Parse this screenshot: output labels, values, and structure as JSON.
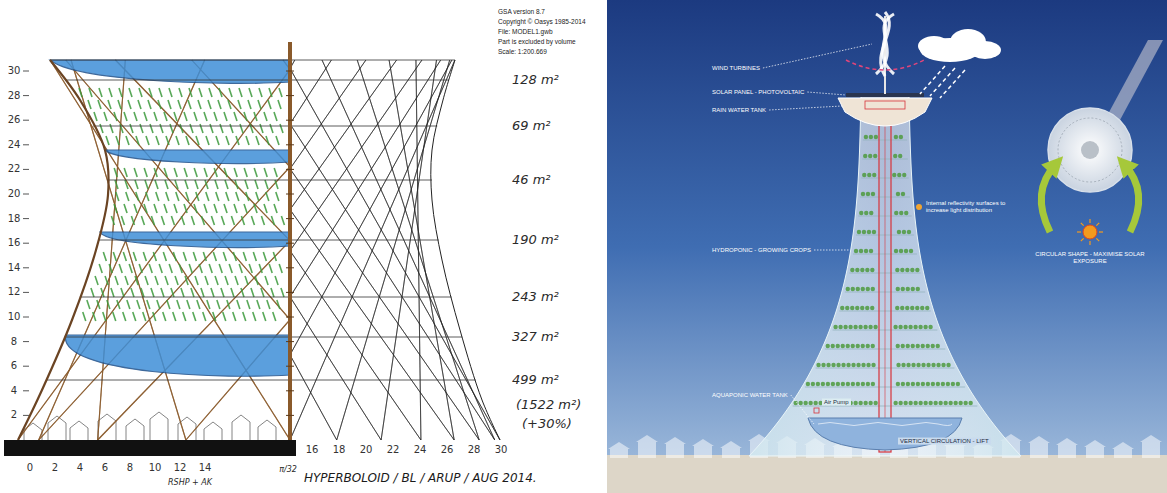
{
  "diagram": {
    "labels": [
      "30",
      "28",
      "26",
      "24",
      "22",
      "20",
      "18",
      "16",
      "14",
      "12",
      "10",
      "8",
      "6",
      "4",
      "2",
      "0",
      "2",
      "4",
      "6",
      "8",
      "10",
      "12",
      "14",
      "16",
      "18",
      "20",
      "22",
      "24",
      "26",
      "28",
      "30",
      "GSA version 8.7",
      "Copyright © Oasys 1985-2014",
      "File: MODEL1.gwb",
      "Part is excluded by volume",
      "Scale: 1:200.669",
      "128 m²",
      "69 m²",
      "46 m²",
      "190 m²",
      "243 m²",
      "327 m²",
      "499 m²",
      "(1522 m²)",
      "(+30%)",
      "RSHP + AK",
      "π/32",
      "HYPERBOLOID / BL / ARUP / AUG 2014.",
      "WIND TURBINES",
      "SOLAR PANEL - PHOTOVOLTAIC",
      "RAIN WATER TANK",
      "HYDROPONIC - GROWING CROPS",
      "CIRCULAR SHAPE - MAXIMISE SOLAR EXPOSURE",
      "Internal reflectivity surfaces to increase light distribution",
      "AQUAPONIC WATER TANK",
      "Air Pump",
      "VERTICAL CIRCULATION - LIFT"
    ]
  }
}
